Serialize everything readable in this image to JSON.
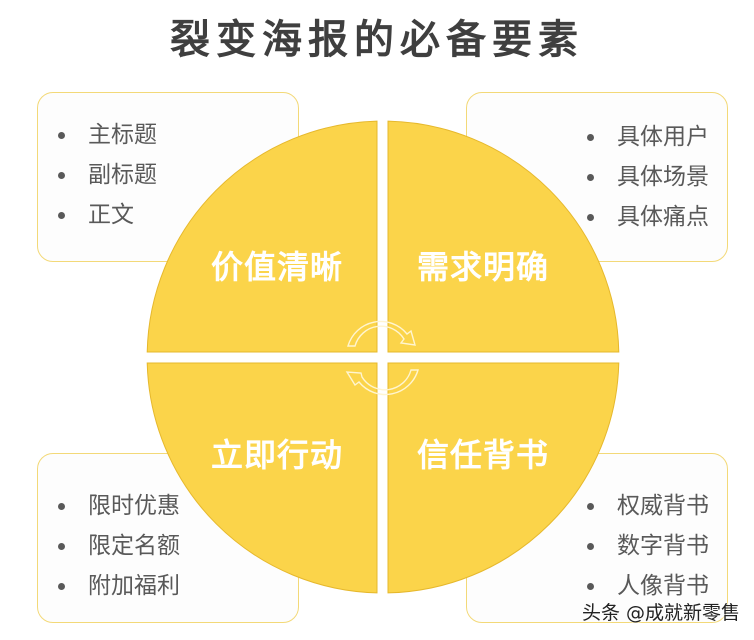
{
  "title": "裂变海报的必备要素",
  "colors": {
    "quadrant_fill": "#fbd44a",
    "quadrant_stroke": "#e6b82c",
    "box_border": "#f3d978",
    "title_text": "#3f3f3f",
    "body_text": "#595959"
  },
  "quadrants": [
    {
      "position": "top-left",
      "label": "价值清晰",
      "items": [
        "主标题",
        "副标题",
        "正文"
      ]
    },
    {
      "position": "top-right",
      "label": "需求明确",
      "items": [
        "具体用户",
        "具体场景",
        "具体痛点"
      ]
    },
    {
      "position": "bottom-left",
      "label": "立即行动",
      "items": [
        "限时优惠",
        "限定名额",
        "附加福利"
      ]
    },
    {
      "position": "bottom-right",
      "label": "信任背书",
      "items": [
        "权威背书",
        "数字背书",
        "人像背书"
      ]
    }
  ],
  "center_icon": "cycle-arrows-icon",
  "watermark": "头条 @成就新零售"
}
